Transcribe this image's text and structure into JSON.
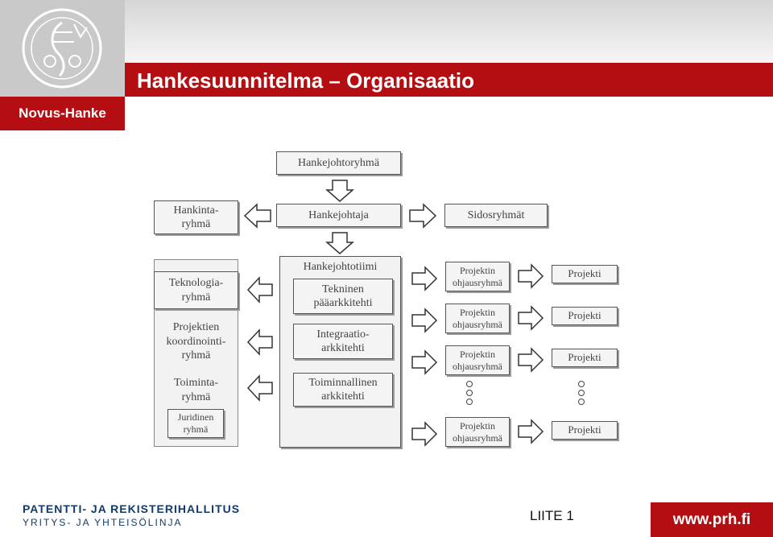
{
  "header": {
    "title": "Hankesuunnitelma – Organisaatio",
    "badge": "Novus-Hanke",
    "logo_icon": "prh-seal-icon"
  },
  "org": {
    "top": "Hankejohtoryhmä",
    "leader": "Hankejohtaja",
    "procurement": "Hankinta-\nryhmä",
    "stakeholders": "Sidosryhmät",
    "left": {
      "technology": "Teknologia-\nryhmä",
      "coordination": "Projektien\nkoordinointi-\nryhmä",
      "operations": "Toiminta-\nryhmä",
      "legal": "Juridinen\nryhmä"
    },
    "center": {
      "team": "Hankejohtotiimi",
      "chief_architect": "Tekninen\npääarkkitehti",
      "integration_architect": "Integraatio-\narkkitehti",
      "operational_architect": "Toiminnallinen\narkkitehti"
    },
    "steering": [
      "Projektin\nohjausryhmä",
      "Projektin\nohjausryhmä",
      "Projektin\nohjausryhmä",
      "Projektin\nohjausryhmä"
    ],
    "projects": [
      "Projekti",
      "Projekti",
      "Projekti",
      "Projekti"
    ]
  },
  "footer": {
    "org_line1": "PATENTTI- JA REKISTERIHALLITUS",
    "org_line2": "YRITYS- JA YHTEISÖLINJA",
    "appendix": "LIITE 1",
    "website": "www.prh.fi"
  },
  "colors": {
    "brand_red": "#b50e12",
    "footer_blue": "#123a6b"
  }
}
